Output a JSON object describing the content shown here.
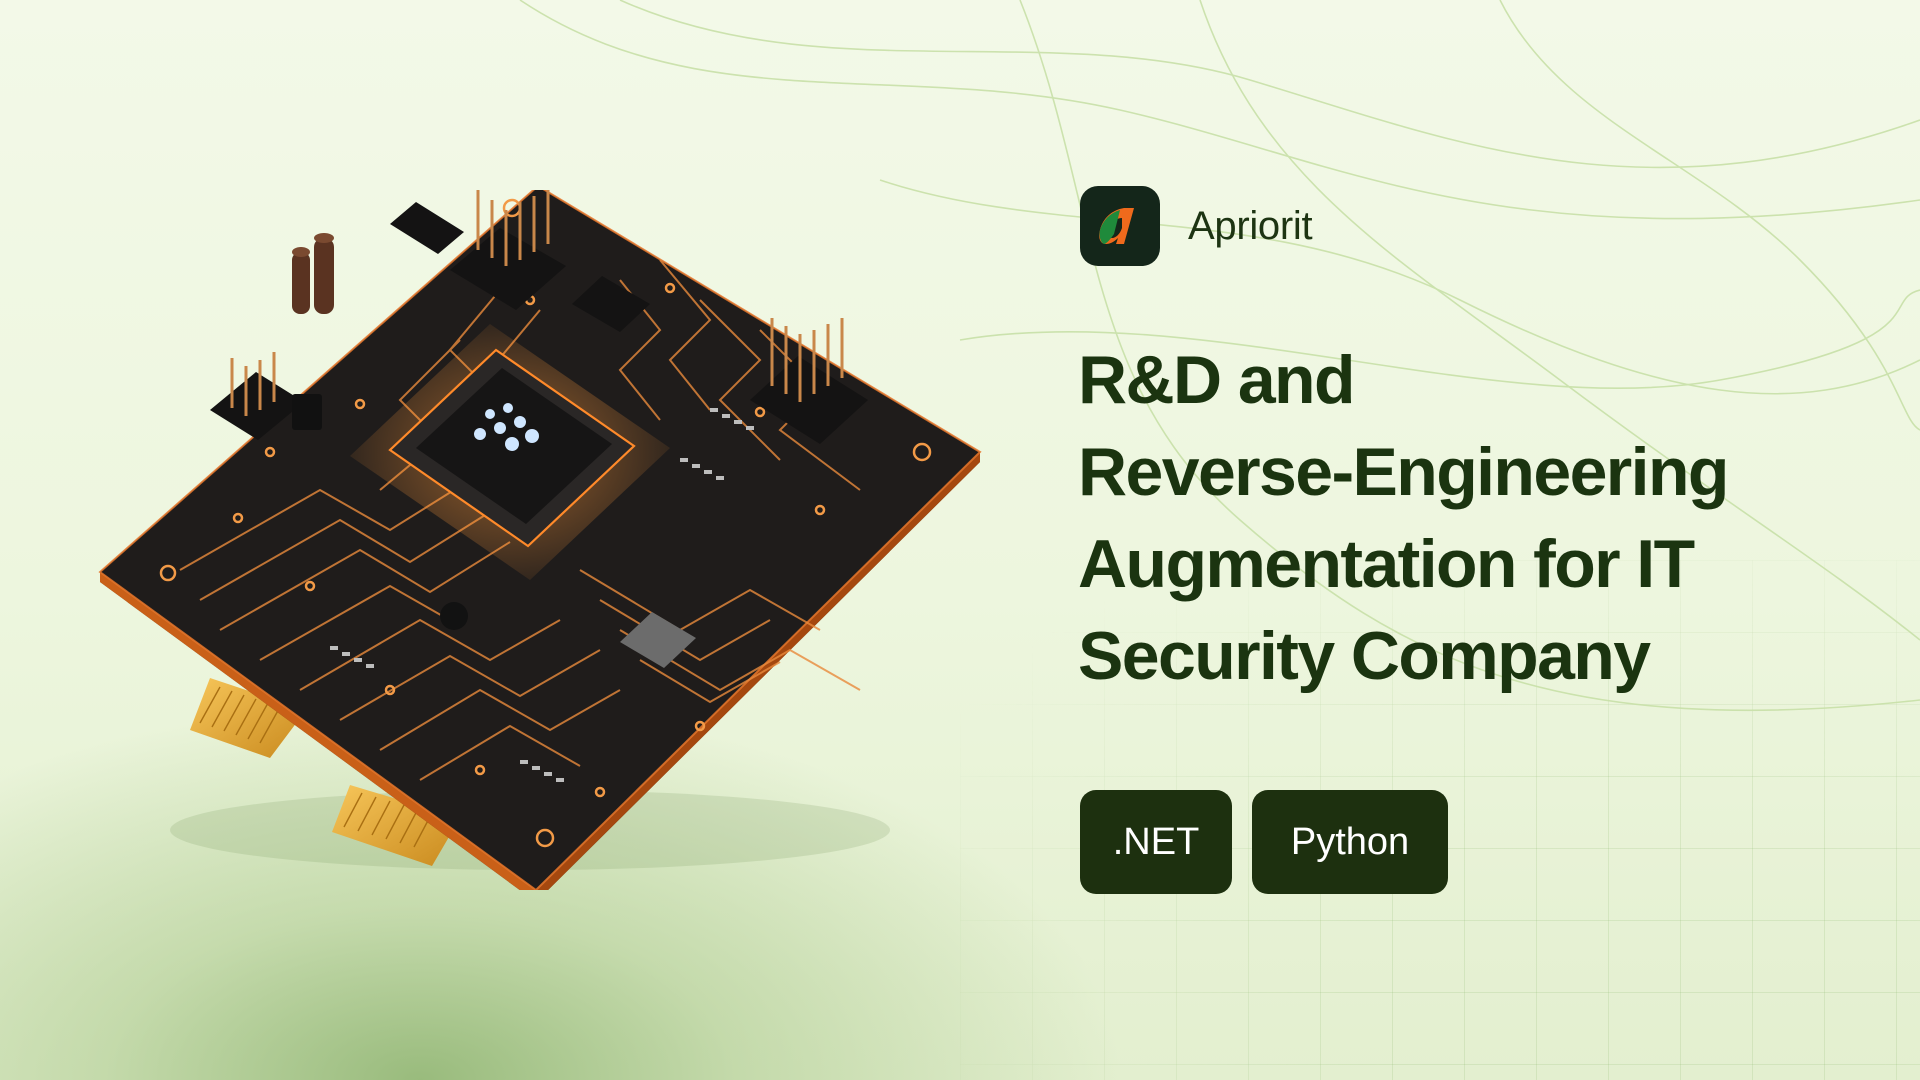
{
  "brand": {
    "logo_letter": "a",
    "name": "Apriorit"
  },
  "headline": {
    "lines": [
      "R&D and",
      "Reverse-Engineering",
      "Augmentation for IT",
      "Security Company"
    ]
  },
  "tags": [
    {
      "label": ".NET"
    },
    {
      "label": "Python"
    }
  ],
  "illustration": {
    "icon": "circuit-board-icon"
  },
  "colors": {
    "heading": "#1b3410",
    "tag_bg": "#1d300f",
    "tag_text": "#ffffff",
    "logo_bg": "#14261a",
    "logo_orange": "#ef6a1c",
    "logo_green": "#1f8a3b",
    "trace_glow": "#ff8a2a",
    "background": "#eef6df"
  }
}
